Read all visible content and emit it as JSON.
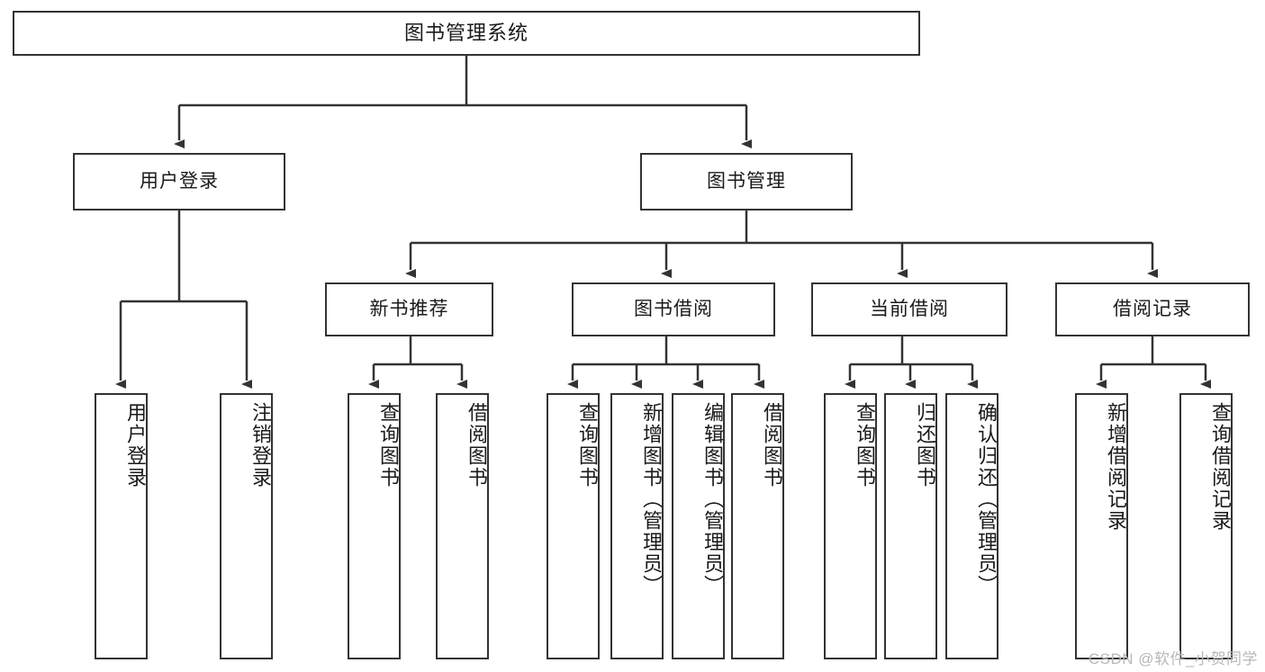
{
  "diagram": {
    "type": "tree",
    "title": "图书管理系统",
    "orientation": "top-down",
    "edge_style": "orthogonal-arrow",
    "colors": {
      "box_border": "#333333",
      "box_fill": "#ffffff",
      "edge": "#333333",
      "text": "#1a1a1a",
      "watermark": "#b8b8b8"
    },
    "root": {
      "label": "图书管理系统"
    },
    "level2": [
      {
        "id": "user-login",
        "label": "用户登录"
      },
      {
        "id": "book-management",
        "label": "图书管理"
      }
    ],
    "level3": [
      {
        "id": "new-book-recommend",
        "label": "新书推荐",
        "parent": "book-management"
      },
      {
        "id": "book-borrow",
        "label": "图书借阅",
        "parent": "book-management"
      },
      {
        "id": "current-borrow",
        "label": "当前借阅",
        "parent": "book-management"
      },
      {
        "id": "borrow-record",
        "label": "借阅记录",
        "parent": "book-management"
      }
    ],
    "leaves": {
      "user_login": [
        {
          "id": "leaf-user-login",
          "label": "用户登录"
        },
        {
          "id": "leaf-logout-login",
          "label": "注销登录"
        }
      ],
      "new_book_recommend": [
        {
          "id": "leaf-query-book-1",
          "label": "查询图书"
        },
        {
          "id": "leaf-borrow-book-1",
          "label": "借阅图书"
        }
      ],
      "book_borrow": [
        {
          "id": "leaf-query-book-2",
          "label": "查询图书"
        },
        {
          "id": "leaf-add-book",
          "label": "新增图书（管理员）"
        },
        {
          "id": "leaf-edit-book",
          "label": "编辑图书（管理员）"
        },
        {
          "id": "leaf-borrow-book-2",
          "label": "借阅图书"
        }
      ],
      "current_borrow": [
        {
          "id": "leaf-query-book-3",
          "label": "查询图书"
        },
        {
          "id": "leaf-return-book",
          "label": "归还图书"
        },
        {
          "id": "leaf-confirm-return",
          "label": "确认归还（管理员）"
        }
      ],
      "borrow_record": [
        {
          "id": "leaf-add-record",
          "label": "新增借阅记录"
        },
        {
          "id": "leaf-query-record",
          "label": "查询借阅记录"
        }
      ]
    }
  },
  "watermark": {
    "text": "CSDN @软件_小贺同学"
  }
}
